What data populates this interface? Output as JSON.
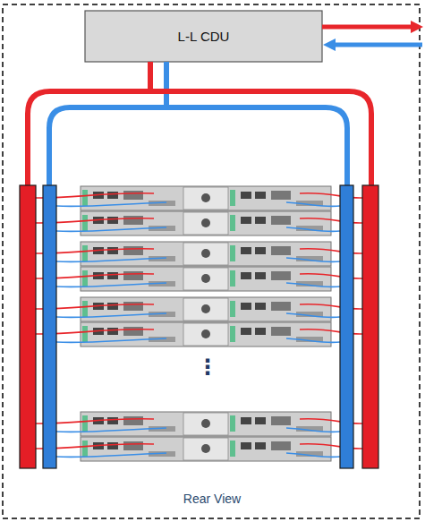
{
  "diagram": {
    "nodes": [
      {
        "text": [
          "L-L CDU"
        ]
      }
    ],
    "labels": [
      "⋮",
      "Rear View"
    ]
  }
}
